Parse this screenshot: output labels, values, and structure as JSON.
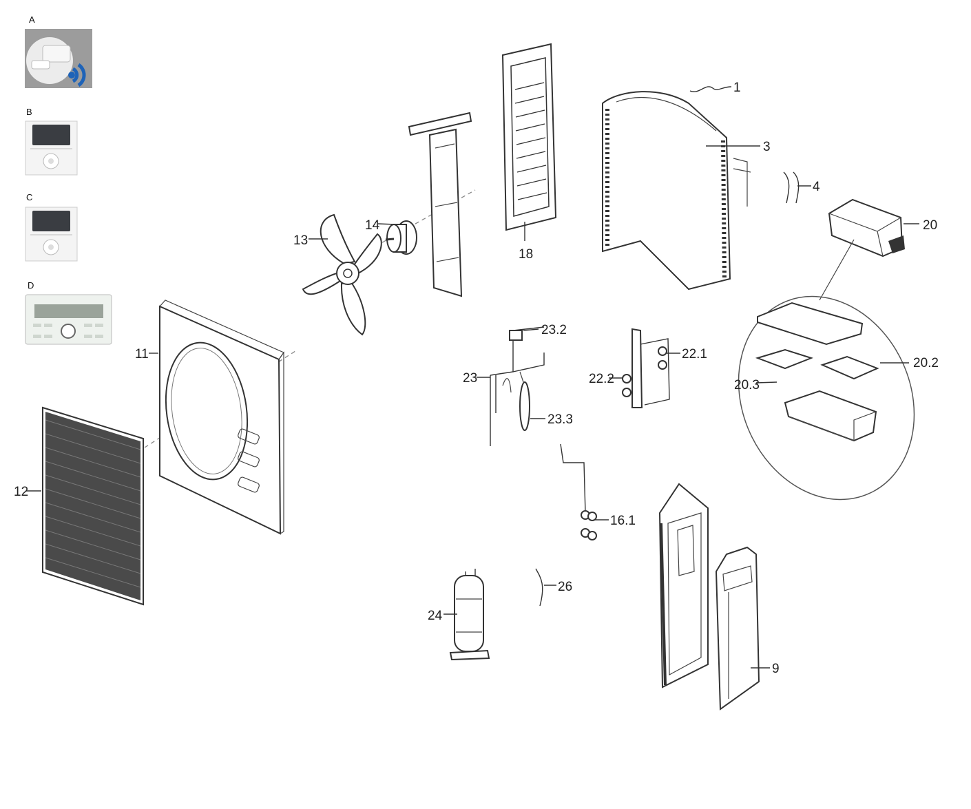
{
  "accessories": [
    {
      "key": "a",
      "label": "A"
    },
    {
      "key": "b",
      "label": "B"
    },
    {
      "key": "c",
      "label": "C"
    },
    {
      "key": "d",
      "label": "D"
    }
  ],
  "part_labels": {
    "p1": "1",
    "p3": "3",
    "p4": "4",
    "p9": "9",
    "p11": "11",
    "p12": "12",
    "p13": "13",
    "p14": "14",
    "p16_1": "16.1",
    "p18": "18",
    "p20": "20",
    "p20_2": "20.2",
    "p20_3": "20.3",
    "p22_1": "22.1",
    "p22_2": "22.2",
    "p23": "23",
    "p23_2": "23.2",
    "p23_3": "23.3",
    "p24": "24",
    "p26": "26"
  },
  "colors": {
    "line": "#333333",
    "accent_wifi": "#1e63b8",
    "screen": "#3a3d42",
    "lcd": "#9aa39a"
  }
}
